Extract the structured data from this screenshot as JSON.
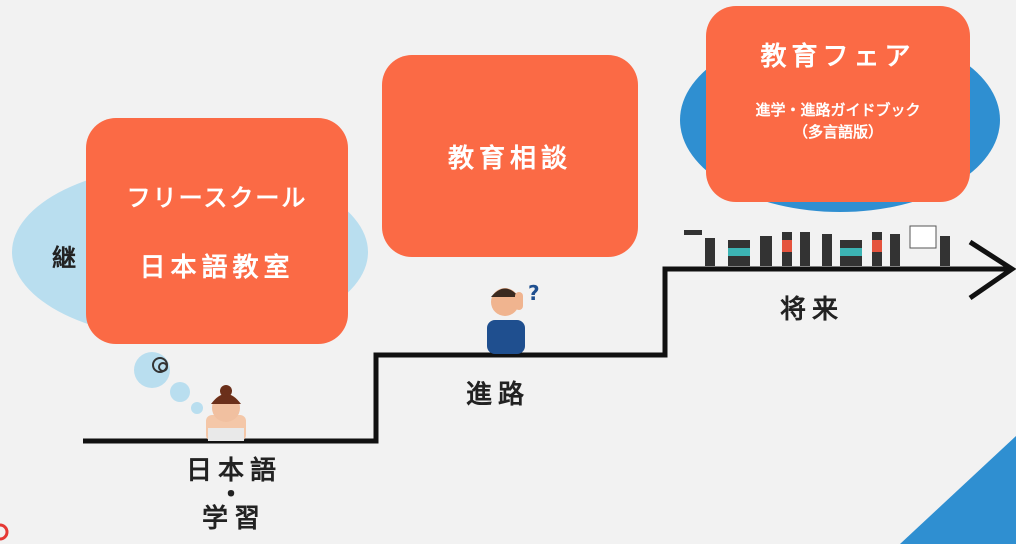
{
  "labels": {
    "japanese_study_line1": "日本語",
    "japanese_study_dot": "・",
    "japanese_study_line2": "学習",
    "career_path": "進路",
    "future": "将来",
    "hidden_bubble_text": "継"
  },
  "boxes": {
    "free_school": "フリースクール",
    "japanese_class": "日本語教室",
    "education_consult": "教育相談",
    "education_fair_title": "教育フェア",
    "guidebook_line1": "進学・進路ガイドブック",
    "guidebook_line2": "（多言語版）"
  },
  "colors": {
    "box": "#fb6a45",
    "background": "#f2f2f2",
    "bubble": "#b9deef",
    "blue_blob": "#2f8fd1",
    "stairs": "#111111"
  }
}
